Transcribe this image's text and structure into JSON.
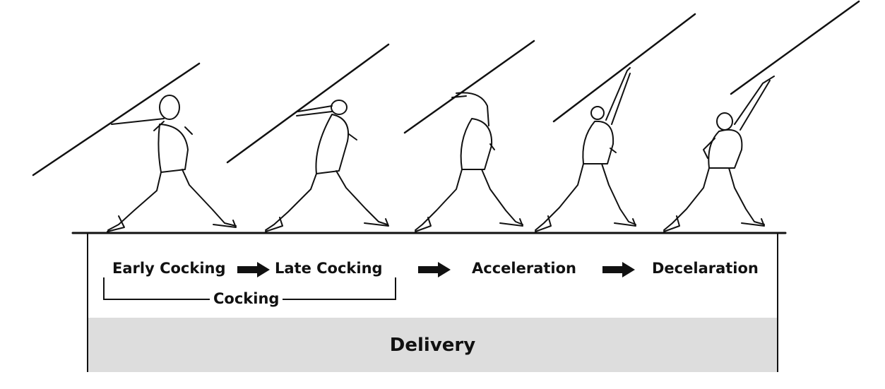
{
  "phases": {
    "early_cocking": "Early Cocking",
    "late_cocking": "Late Cocking",
    "acceleration": "Acceleration",
    "deceleration": "Decelaration"
  },
  "group_label": "Cocking",
  "band_label": "Delivery",
  "colors": {
    "band": "#dddddd",
    "ink": "#111111"
  }
}
